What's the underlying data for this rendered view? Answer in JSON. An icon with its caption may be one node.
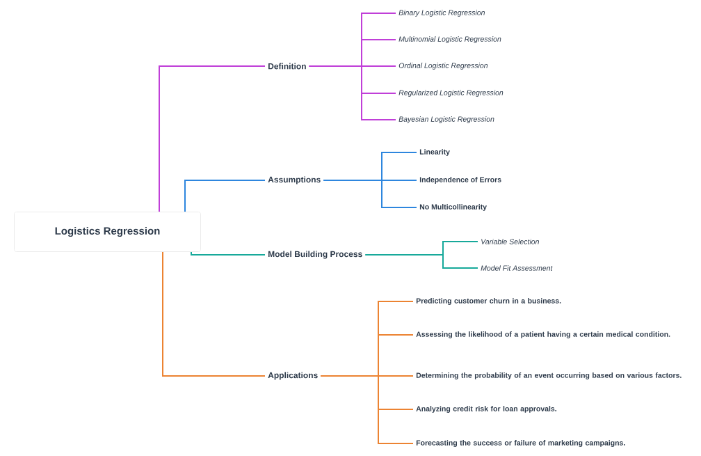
{
  "diagram": {
    "nodes": [
      {
        "text": [
          "Logistics Regression"
        ]
      },
      {
        "text": [
          "Definition"
        ]
      },
      {
        "text": [
          "Binary Logistic Regression"
        ]
      },
      {
        "text": [
          "Multinomial Logistic Regression"
        ]
      },
      {
        "text": [
          "Ordinal Logistic Regression"
        ]
      },
      {
        "text": [
          "Regularized Logistic Regression"
        ]
      },
      {
        "text": [
          "Bayesian Logistic Regression"
        ]
      },
      {
        "text": [
          "Assumptions"
        ]
      },
      {
        "text": [
          "Linearity"
        ]
      },
      {
        "text": [
          "Independence of Errors"
        ]
      },
      {
        "text": [
          "No Multicollinearity"
        ]
      },
      {
        "text": [
          "Model Building Process"
        ]
      },
      {
        "text": [
          "Variable Selection"
        ]
      },
      {
        "text": [
          "Model Fit Assessment"
        ]
      },
      {
        "text": [
          "Applications"
        ]
      },
      {
        "text": [
          "Predicting customer churn in a business."
        ]
      },
      {
        "text": [
          "Assessing the likelihood of a patient having a certain medical condition."
        ]
      },
      {
        "text": [
          "Determining the probability of an event occurring based on various factors."
        ]
      },
      {
        "text": [
          "Analyzing credit risk for loan approvals."
        ]
      },
      {
        "text": [
          "Forecasting the success or failure of marketing campaigns."
        ]
      }
    ],
    "edges": [
      {
        "from": 0,
        "to": 1,
        "arrow": "none",
        "color": "#c03fd8"
      },
      {
        "from": 0,
        "to": 7,
        "arrow": "none",
        "color": "#2e86de"
      },
      {
        "from": 0,
        "to": 11,
        "arrow": "none",
        "color": "#17a99a"
      },
      {
        "from": 0,
        "to": 14,
        "arrow": "none",
        "color": "#ec8332"
      },
      {
        "from": 1,
        "to": 2,
        "arrow": "none",
        "color": "#c03fd8"
      },
      {
        "from": 1,
        "to": 3,
        "arrow": "none",
        "color": "#c03fd8"
      },
      {
        "from": 1,
        "to": 4,
        "arrow": "none",
        "color": "#c03fd8"
      },
      {
        "from": 1,
        "to": 5,
        "arrow": "none",
        "color": "#c03fd8"
      },
      {
        "from": 1,
        "to": 6,
        "arrow": "none",
        "color": "#c03fd8"
      },
      {
        "from": 7,
        "to": 8,
        "arrow": "none",
        "color": "#2e86de"
      },
      {
        "from": 7,
        "to": 9,
        "arrow": "none",
        "color": "#2e86de"
      },
      {
        "from": 7,
        "to": 10,
        "arrow": "none",
        "color": "#2e86de"
      },
      {
        "from": 11,
        "to": 12,
        "arrow": "none",
        "color": "#17a99a"
      },
      {
        "from": 11,
        "to": 13,
        "arrow": "none",
        "color": "#17a99a"
      },
      {
        "from": 14,
        "to": 15,
        "arrow": "none",
        "color": "#ec8332"
      },
      {
        "from": 14,
        "to": 16,
        "arrow": "none",
        "color": "#ec8332"
      },
      {
        "from": 14,
        "to": 17,
        "arrow": "none",
        "color": "#ec8332"
      },
      {
        "from": 14,
        "to": 18,
        "arrow": "none",
        "color": "#ec8332"
      },
      {
        "from": 14,
        "to": 19,
        "arrow": "none",
        "color": "#ec8332"
      }
    ]
  }
}
